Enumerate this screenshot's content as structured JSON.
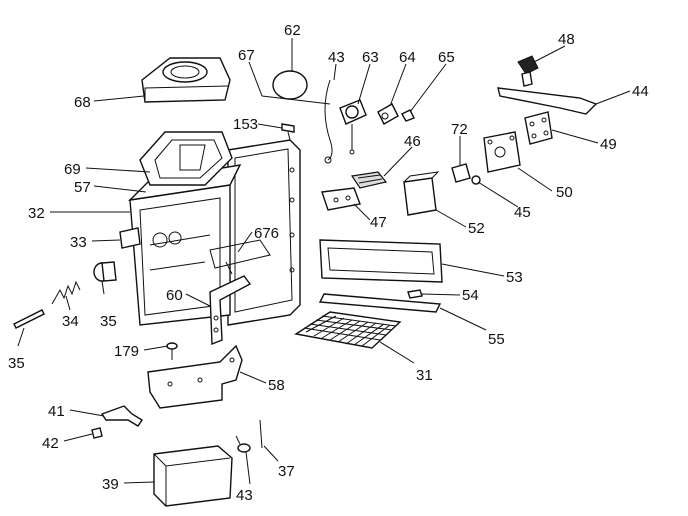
{
  "callouts": {
    "c62": "62",
    "c67": "67",
    "c43a": "43",
    "c63": "63",
    "c64": "64",
    "c65": "65",
    "c48": "48",
    "c44": "44",
    "c68": "68",
    "c153": "153",
    "c72": "72",
    "c49": "49",
    "c46": "46",
    "c69": "69",
    "c50": "50",
    "c57": "57",
    "c45": "45",
    "c47": "47",
    "c52": "52",
    "c32": "32",
    "c676": "676",
    "c33": "33",
    "c53": "53",
    "c60": "60",
    "c54": "54",
    "c35a": "35",
    "c34": "34",
    "c35b": "35",
    "c55": "55",
    "c179": "179",
    "c31": "31",
    "c58": "58",
    "c41": "41",
    "c42": "42",
    "c37": "37",
    "c39": "39",
    "c43b": "43"
  }
}
